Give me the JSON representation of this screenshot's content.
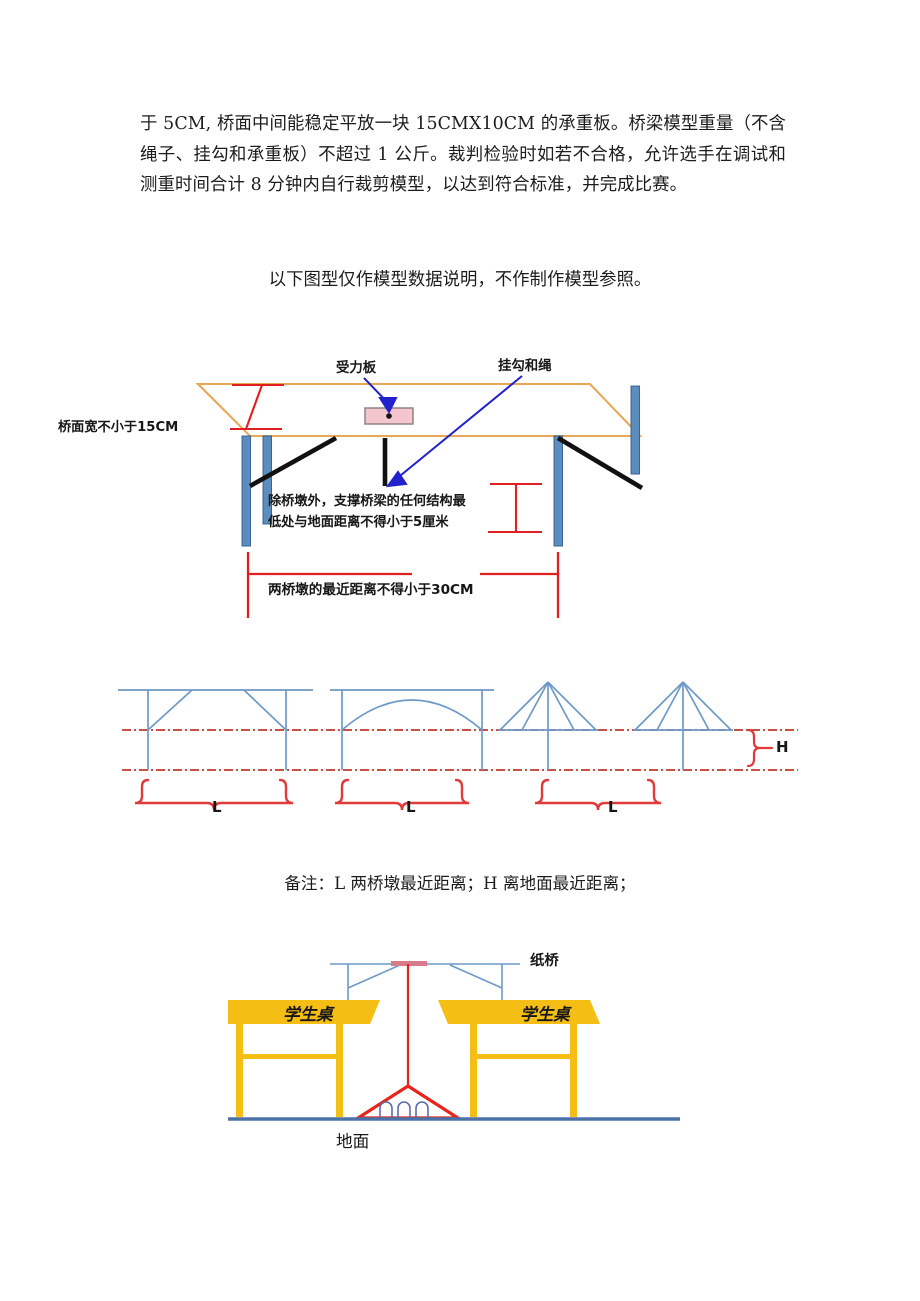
{
  "document": {
    "paragraph": "于 5CM, 桥面中间能稳定平放一块 15CMX10CM 的承重板。桥梁模型重量（不含绳子、挂勾和承重板）不超过 1 公斤。裁判检验时如若不合格，允许选手在调试和测重时间合计 8 分钟内自行裁剪模型，以达到符合标准，并完成比赛。",
    "note_figures": "以下图型仅作模型数据说明，不作制作模型参照。",
    "note_legend": "备注：L 两桥墩最近距离；H 离地面最近距离；"
  },
  "figure_bridge_model": {
    "label_deck_width": "桥面宽不小于15CM",
    "label_load_plate": "受力板",
    "label_hook_rope": "挂勾和绳",
    "label_clearance_line1": "除桥墩外，支撑桥梁的任何结构最",
    "label_clearance_line2": "低处与地面距离不得小于5厘米",
    "label_pier_span": "两桥墩的最近距离不得小于30CM",
    "colors": {
      "deck": "#E8A857",
      "pier": "#5B8DBE",
      "pier_edge": "#2F5B8A",
      "brace": "#111111",
      "plate_fill": "#F6C6CE",
      "plate_edge": "#8A7A7E",
      "callout": "#2222CC",
      "dimension": "#E02020"
    }
  },
  "figure_bridge_types": {
    "span_labels": [
      "L",
      "L",
      "L"
    ],
    "height_label": "H",
    "colors": {
      "structure": "#6E99C7",
      "dash_line": "#C0392B",
      "brace": "#E03A3A",
      "label": "#1a1a1a"
    }
  },
  "figure_desk_setup": {
    "label_paper_bridge": "纸桥",
    "label_desk_left": "学生桌",
    "label_desk_right": "学生桌",
    "label_ground": "地面",
    "colors": {
      "desk": "#F5BE14",
      "bridge": "#6E99C7",
      "rope": "#E8231A",
      "plate": "#D87C8C",
      "ground": "#4A72A8",
      "weight_edge": "#5B6EA8"
    }
  }
}
